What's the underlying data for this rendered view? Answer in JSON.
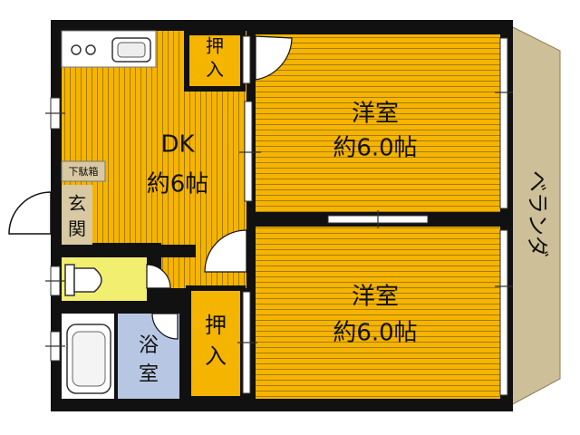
{
  "rooms": {
    "dk": {
      "name": "DK",
      "size": "約6帖"
    },
    "western_north": {
      "name": "洋室",
      "size": "約6.0帖"
    },
    "western_south": {
      "name": "洋室",
      "size": "約6.0帖"
    },
    "closet_north": {
      "chars": [
        "押",
        "入"
      ]
    },
    "closet_south": {
      "chars": [
        "押",
        "入"
      ]
    },
    "entrance": {
      "chars": [
        "玄",
        "関"
      ]
    },
    "shoe_box": {
      "name": "下駄箱"
    },
    "bath": {
      "chars": [
        "浴",
        "室"
      ]
    },
    "veranda": {
      "name": "ベランダ"
    }
  },
  "colors": {
    "floor_wood": "#f5b400",
    "floor_stripe": "#a77a10",
    "wall": "#111111",
    "veranda": "#cdbf98",
    "toilet": "#f2ee70",
    "bath": "#b7c7e3",
    "entrance": "#d8c9a3",
    "closet": "#f5b400"
  }
}
